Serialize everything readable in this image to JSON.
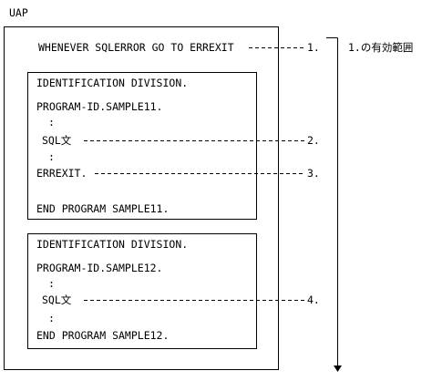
{
  "uap_label": "UAP",
  "whenever_line": "WHENEVER SQLERROR GO TO ERREXIT",
  "callouts": {
    "c1": "1.",
    "c2": "2.",
    "c3": "3.",
    "c4": "4.",
    "scope_note": "1.の有効範囲"
  },
  "program1": {
    "identification": "IDENTIFICATION DIVISION.",
    "program_id": "PROGRAM-ID.SAMPLE11.",
    "ellipsis_a": ":",
    "sql": "SQL文",
    "ellipsis_b": ":",
    "errexit": "ERREXIT.",
    "end_program": "END PROGRAM SAMPLE11."
  },
  "program2": {
    "identification": "IDENTIFICATION DIVISION.",
    "program_id": "PROGRAM-ID.SAMPLE12.",
    "ellipsis_a": ":",
    "sql": "SQL文",
    "ellipsis_b": ":",
    "end_program": "END PROGRAM SAMPLE12."
  }
}
